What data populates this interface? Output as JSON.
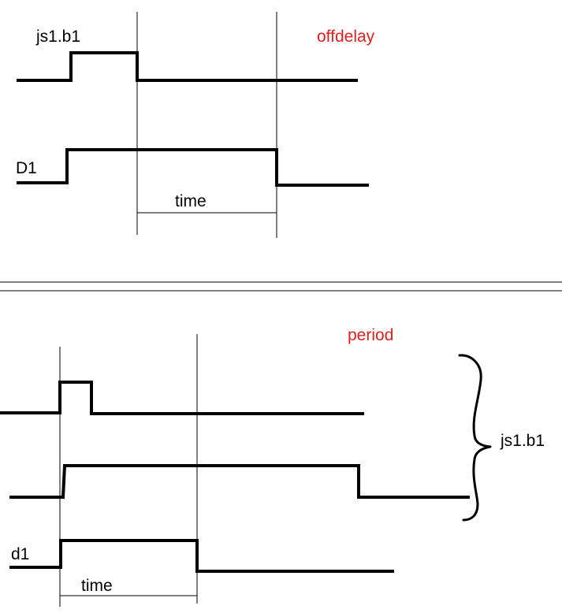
{
  "top": {
    "mode_label": "offdelay",
    "input_label": "js1.b1",
    "output_label": "D1",
    "time_label": "time"
  },
  "bottom": {
    "mode_label": "period",
    "bracket_label": "js1.b1",
    "output_label": "d1",
    "time_label": "time"
  },
  "colors": {
    "signal": "#000000",
    "mode_label": "#e02020"
  }
}
